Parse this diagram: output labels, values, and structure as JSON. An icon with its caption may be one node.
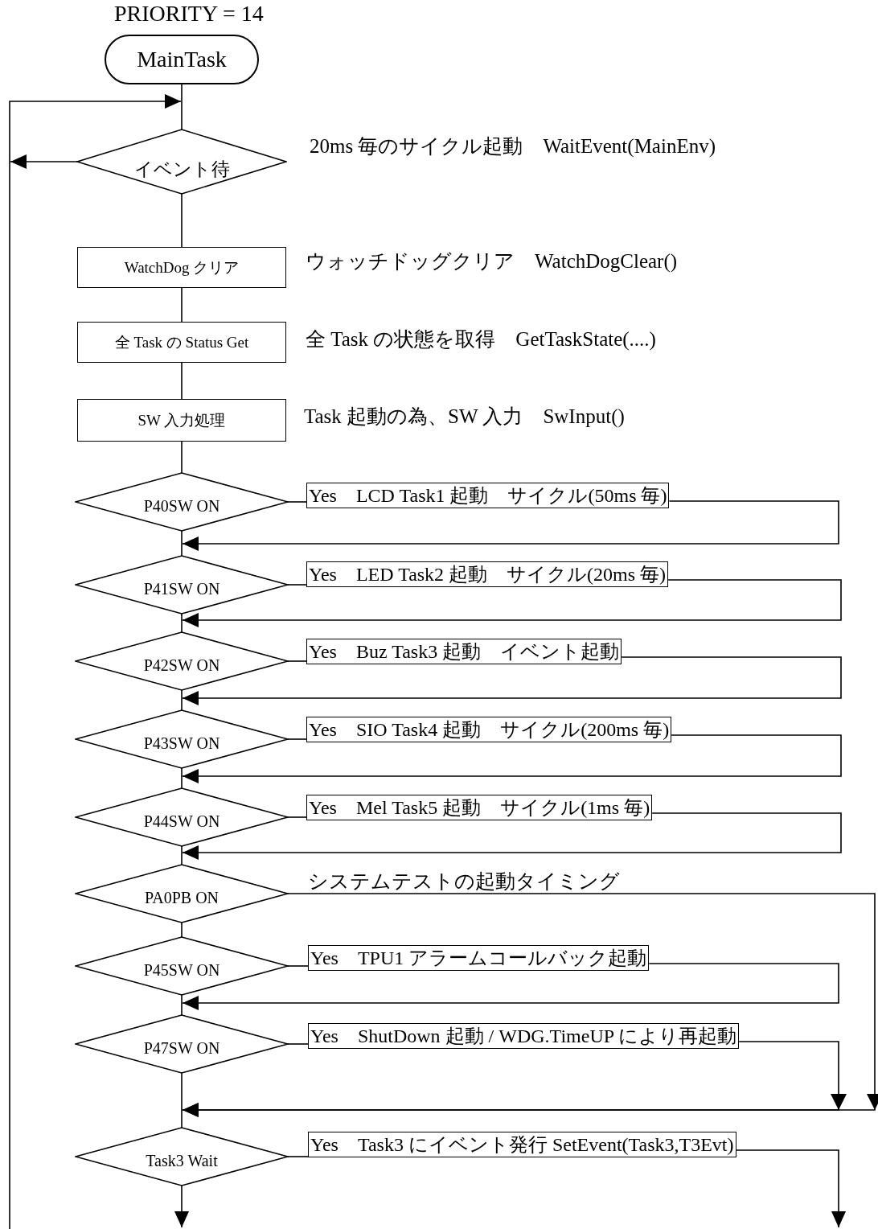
{
  "diagram": {
    "nodes": [
      {
        "text": [
          "MainTask"
        ],
        "beside": [
          "PRIORITY = 14"
        ]
      },
      {
        "text": [
          "イベント待"
        ],
        "beside": [
          "20ms 毎のサイクル起動　WaitEvent(MainEnv)"
        ]
      },
      {
        "text": [
          "WatchDog クリア"
        ],
        "beside": [
          "ウォッチドッグクリア　WatchDogClear()"
        ]
      },
      {
        "text": [
          "全 Task の Status Get"
        ],
        "beside": [
          "全 Task の状態を取得　GetTaskState(....)"
        ]
      },
      {
        "text": [
          "SW 入力処理"
        ],
        "beside": [
          "Task 起動の為、SW 入力　SwInput()"
        ]
      },
      {
        "text": [
          "P40SW ON"
        ]
      },
      {
        "text": [
          "Yes　LCD Task1 起動　サイクル(50ms 毎)"
        ]
      },
      {
        "text": [
          "P41SW ON"
        ]
      },
      {
        "text": [
          "Yes　LED Task2 起動　サイクル(20ms 毎)"
        ]
      },
      {
        "text": [
          "P42SW ON"
        ]
      },
      {
        "text": [
          "Yes　Buz Task3 起動　イベント起動"
        ]
      },
      {
        "text": [
          "P43SW ON"
        ]
      },
      {
        "text": [
          "Yes　SIO Task4 起動　サイクル(200ms 毎)"
        ]
      },
      {
        "text": [
          "P44SW ON"
        ]
      },
      {
        "text": [
          "Yes　Mel Task5 起動　サイクル(1ms 毎)"
        ]
      },
      {
        "text": [
          "PA0PB ON"
        ]
      },
      {
        "text": [
          "P45SW ON"
        ]
      },
      {
        "text": [
          "Yes　TPU1 アラームコールバック起動"
        ]
      },
      {
        "text": [
          "P47SW ON"
        ]
      },
      {
        "text": [
          "Yes　ShutDown 起動 / WDG.TimeUP により再起動"
        ]
      },
      {
        "text": [
          "Task3 Wait"
        ]
      },
      {
        "text": [
          "Yes　Task3 にイベント発行 SetEvent(Task3,T3Evt)"
        ]
      }
    ],
    "edges": [
      {
        "from": 0,
        "to": 1,
        "arrow": "none"
      },
      {
        "from": null,
        "to": 1,
        "arrow": "to"
      },
      {
        "from": 1,
        "to": null,
        "arrow": "to"
      },
      {
        "from": 1,
        "to": 2,
        "arrow": "none"
      },
      {
        "from": 2,
        "to": 3,
        "arrow": "none"
      },
      {
        "from": 3,
        "to": 4,
        "arrow": "none"
      },
      {
        "from": 4,
        "to": 5,
        "arrow": "none"
      },
      {
        "from": 5,
        "to": 6,
        "arrow": "none"
      },
      {
        "from": 6,
        "to": 7,
        "arrow": "to"
      },
      {
        "from": 5,
        "to": 7,
        "arrow": "none"
      },
      {
        "from": 7,
        "to": 8,
        "arrow": "none"
      },
      {
        "from": 8,
        "to": 9,
        "arrow": "to"
      },
      {
        "from": 7,
        "to": 9,
        "arrow": "none"
      },
      {
        "from": 9,
        "to": 10,
        "arrow": "none"
      },
      {
        "from": 10,
        "to": 11,
        "arrow": "to"
      },
      {
        "from": 9,
        "to": 11,
        "arrow": "none"
      },
      {
        "from": 11,
        "to": 12,
        "arrow": "none"
      },
      {
        "from": 12,
        "to": 13,
        "arrow": "to"
      },
      {
        "from": 11,
        "to": 13,
        "arrow": "none"
      },
      {
        "from": 13,
        "to": 14,
        "arrow": "none"
      },
      {
        "from": 14,
        "to": 15,
        "arrow": "to"
      },
      {
        "from": 13,
        "to": 15,
        "arrow": "none"
      },
      {
        "from": 15,
        "to": 20,
        "arrow": "to",
        "label": "システムテストの起動タイミング"
      },
      {
        "from": 15,
        "to": 16,
        "arrow": "none"
      },
      {
        "from": 16,
        "to": 17,
        "arrow": "none"
      },
      {
        "from": 17,
        "to": 18,
        "arrow": "to"
      },
      {
        "from": 16,
        "to": 18,
        "arrow": "none"
      },
      {
        "from": 18,
        "to": 19,
        "arrow": "none"
      },
      {
        "from": 19,
        "to": 20,
        "arrow": "to"
      },
      {
        "from": 18,
        "to": 20,
        "arrow": "none"
      },
      {
        "from": 20,
        "to": 21,
        "arrow": "none"
      },
      {
        "from": 21,
        "to": null,
        "arrow": "to"
      },
      {
        "from": 20,
        "to": null,
        "arrow": "to"
      }
    ]
  }
}
